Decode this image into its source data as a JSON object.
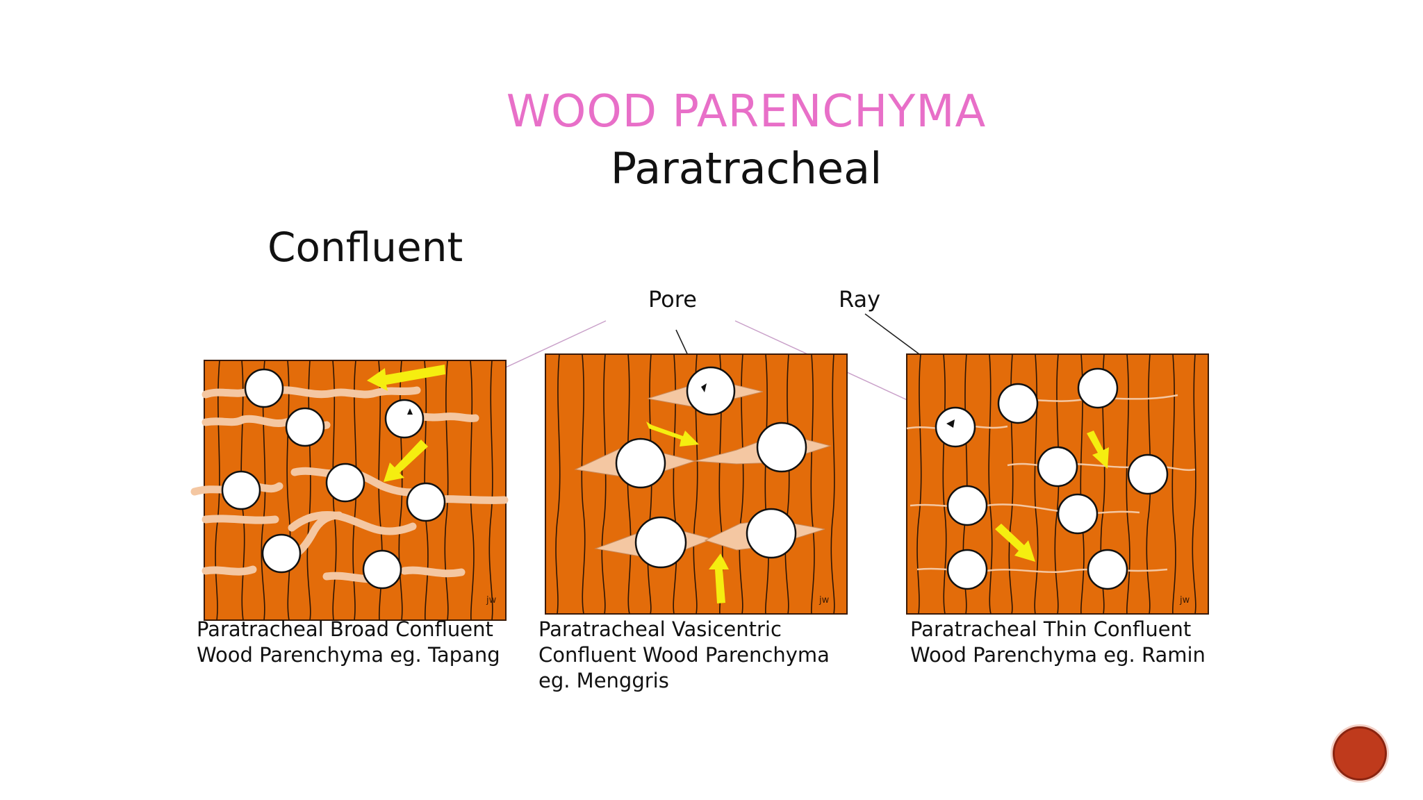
{
  "slide": {
    "title": "WOOD PARENCHYMA",
    "subtitle": "Paratracheal",
    "heading": "Confluent"
  },
  "labels": {
    "pore": "Pore",
    "ray": "Ray",
    "signature": "jw"
  },
  "colors": {
    "wood": "#e36c0a",
    "parenchyma": "#f4c7a2",
    "arrow": "#f5ee10",
    "title": "#e86fc8",
    "nav_button": "#bf3a1c"
  },
  "panels": [
    {
      "caption_line1": "Paratracheal Broad Confluent",
      "caption_line2": "Wood Parenchyma eg. Tapang",
      "caption_line3": ""
    },
    {
      "caption_line1": "Paratracheal  Vasicentric",
      "caption_line2": "Confluent  Wood Parenchyma",
      "caption_line3": "eg.  Menggris"
    },
    {
      "caption_line1": "Paratracheal Thin Confluent",
      "caption_line2": "Wood Parenchyma eg. Ramin",
      "caption_line3": ""
    }
  ],
  "navigation": {
    "icon": "circle-button"
  }
}
